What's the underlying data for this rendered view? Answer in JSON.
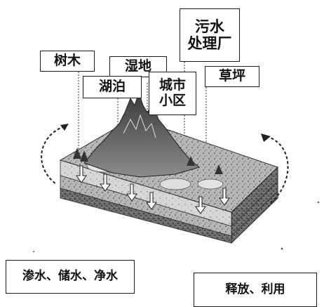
{
  "labels": {
    "trees": "树木",
    "wetland": "湿地",
    "lake": "湖泊",
    "city_line1": "城市",
    "city_line2": "小区",
    "sewage_line1": "污水",
    "sewage_line2": "处理厂",
    "lawn": "草坪"
  },
  "captions": {
    "infiltrate_store_purify": "渗水、储水、净水",
    "release_use": "释放、利用"
  },
  "icons": [
    "left-circular-arrow-icon",
    "right-circular-arrow-icon",
    "down-arrow-icon"
  ],
  "colors": {
    "ink": "#111111",
    "terrain_top": "#8a8a8a",
    "soil_layer": "#c9c9c9",
    "rock_layer": "#5a5a5a",
    "water_layer": "#d8d8d8",
    "background": "#ffffff"
  }
}
